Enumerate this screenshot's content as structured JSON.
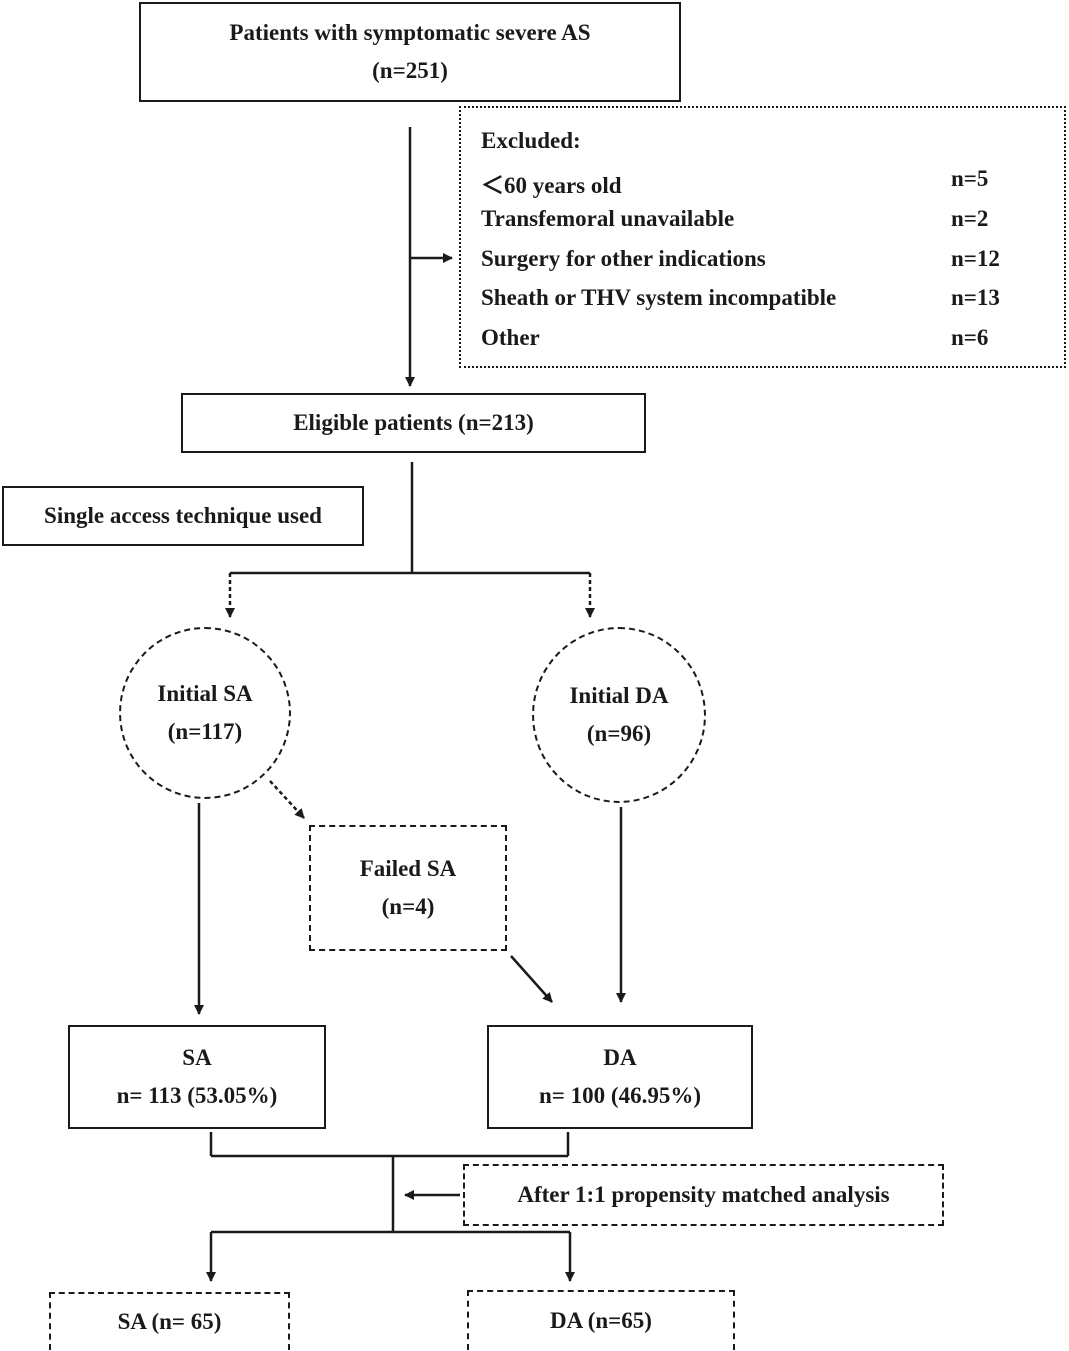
{
  "top": {
    "title": "Patients with symptomatic severe AS",
    "n": "(n=251)"
  },
  "excluded": {
    "title": "Excluded:",
    "items": [
      {
        "label": "＜60 years old",
        "n": "n=5"
      },
      {
        "label": "Transfemoral unavailable",
        "n": "n=2"
      },
      {
        "label": "Surgery for other indications",
        "n": "n=12"
      },
      {
        "label": "Sheath or THV system incompatible",
        "n": "n=13"
      },
      {
        "label": "Other",
        "n": "n=6"
      }
    ]
  },
  "eligible": "Eligible patients (n=213)",
  "technique": "Single access technique used",
  "initial_sa": {
    "title": "Initial SA",
    "n": "(n=117)"
  },
  "initial_da": {
    "title": "Initial DA",
    "n": "(n=96)"
  },
  "failed_sa": {
    "title": "Failed SA",
    "n": "(n=4)"
  },
  "sa": {
    "title": "SA",
    "n": "n= 113 (53.05%)"
  },
  "da": {
    "title": "DA",
    "n": "n= 100 (46.95%)"
  },
  "propensity": "After 1:1 propensity matched analysis",
  "matched_sa": "SA (n= 65)",
  "matched_da": "DA (n=65)"
}
